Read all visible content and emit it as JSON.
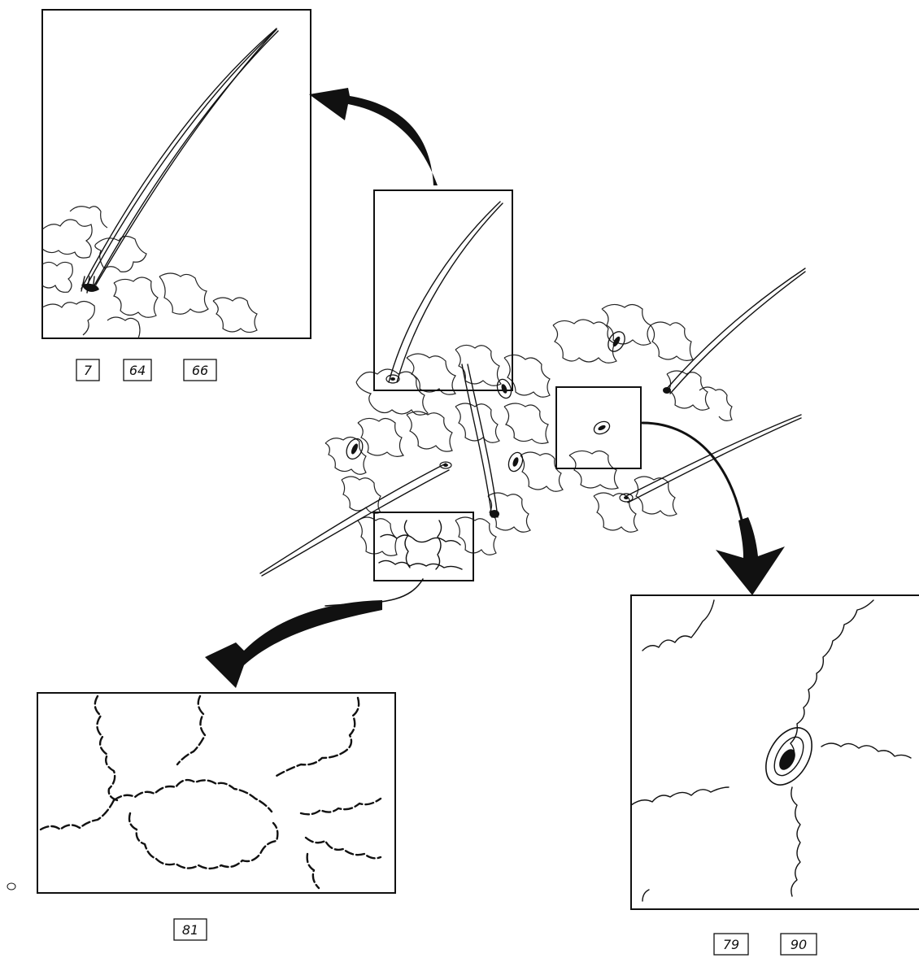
{
  "labels": {
    "panel_hair": [
      "7",
      "64",
      "66"
    ],
    "panel_cells": [
      "81"
    ],
    "panel_stoma": [
      "79",
      "90"
    ]
  },
  "colors": {
    "ink": "#111111",
    "paper": "#ffffff"
  }
}
